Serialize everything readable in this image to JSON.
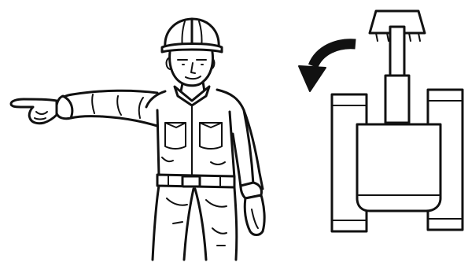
{
  "figure": {
    "signal": "swing-left",
    "signaler": "worker-with-hard-hat-pointing-left",
    "machine": "excavator-top-view",
    "rotation_direction": "counterclockwise",
    "colors": {
      "ink": "#111111",
      "background": "#ffffff"
    }
  }
}
